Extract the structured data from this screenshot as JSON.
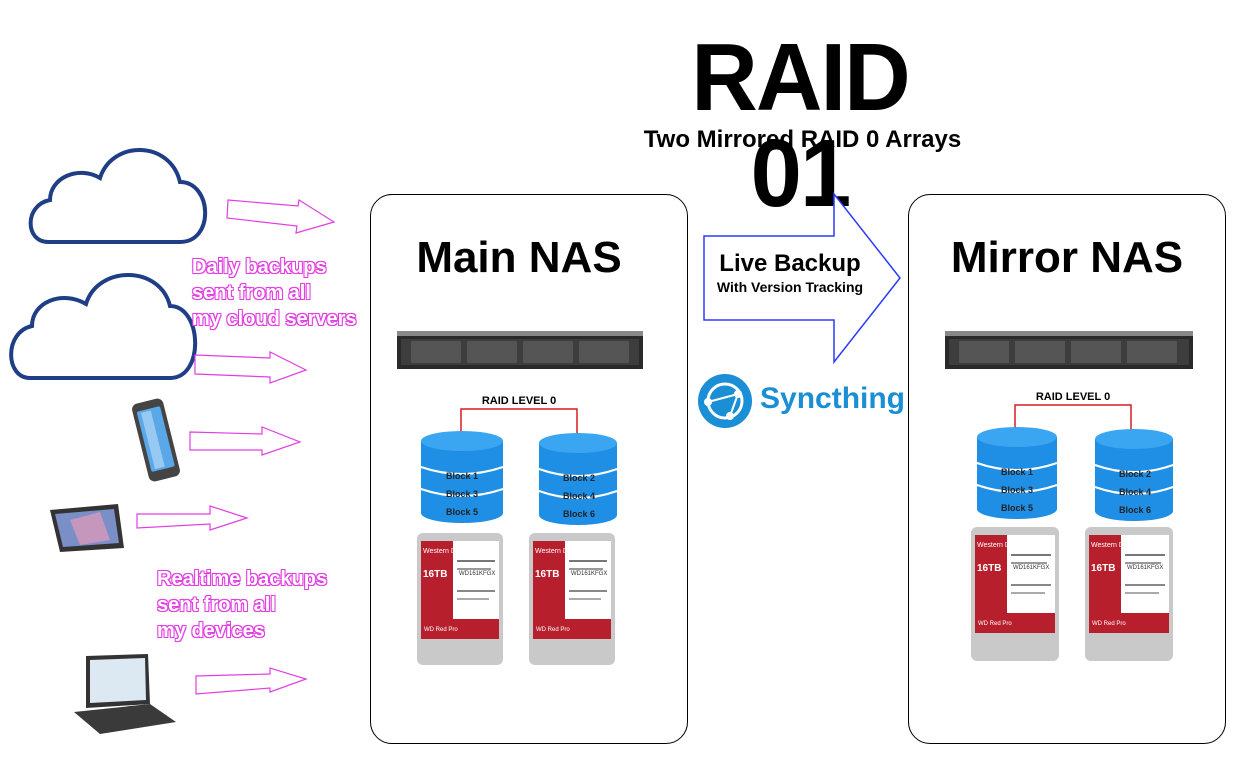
{
  "header": {
    "title": "RAID 01",
    "subtitle": "Two Mirrored RAID 0 Arrays"
  },
  "sources": {
    "daily_note": [
      "Daily backups",
      "sent from all",
      "my cloud servers"
    ],
    "realtime_note": [
      "Realtime backups",
      "sent from all",
      "my devices"
    ],
    "icons": [
      "cloud-icon",
      "cloud-icon",
      "phone-icon",
      "tablet-icon",
      "laptop-icon"
    ]
  },
  "main_nas": {
    "title": "Main NAS",
    "raid_label": "RAID LEVEL 0",
    "disk1_blocks": [
      "Block 1",
      "Block 3",
      "Block 5"
    ],
    "disk2_blocks": [
      "Block 2",
      "Block 4",
      "Block 6"
    ]
  },
  "mirror_nas": {
    "title": "Mirror NAS",
    "raid_label": "RAID LEVEL 0",
    "disk1_blocks": [
      "Block 1",
      "Block 3",
      "Block 5"
    ],
    "disk2_blocks": [
      "Block 2",
      "Block 4",
      "Block 6"
    ]
  },
  "live_backup": {
    "title": "Live Backup",
    "subtitle": "With Version Tracking"
  },
  "syncthing": {
    "label": "Syncthing"
  },
  "hdd": {
    "brand": "Western Digital",
    "capacity": "16TB",
    "model": "WD161KFGX",
    "series": "WD Red Pro"
  },
  "colors": {
    "arrow_outline": "#e23ee2",
    "cloud_outline": "#1f3e86",
    "disk_blue": "#1f8fe6",
    "raid_line": "#d61f1f",
    "live_arrow_outline": "#2a3cff",
    "syncthing_blue": "#1a8fd6",
    "hdd_red": "#b81f2c"
  }
}
